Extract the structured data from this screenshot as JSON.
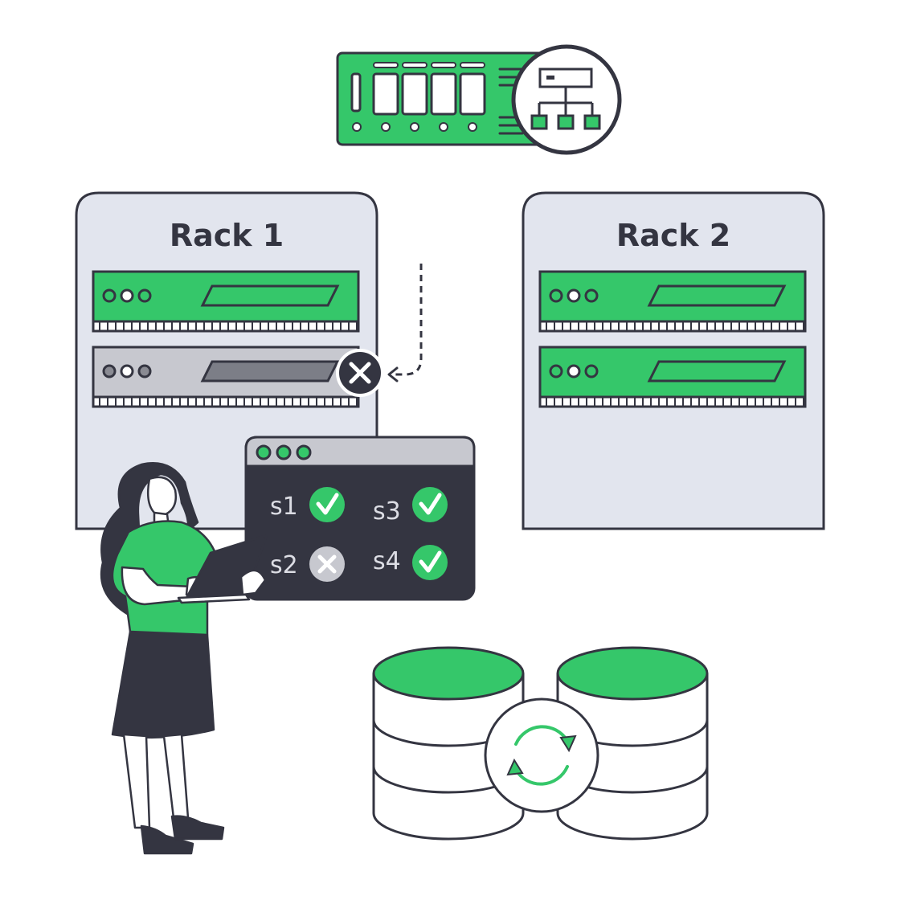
{
  "colors": {
    "green": "#35c76a",
    "dark": "#343541",
    "rack_fill": "#e2e5ee",
    "server_failed_fill": "#c7c8cf",
    "terminal_bar": "#c7c8cf",
    "white": "#ffffff"
  },
  "racks": [
    {
      "title": "Rack 1",
      "servers": [
        {
          "state": "active"
        },
        {
          "state": "failed"
        }
      ]
    },
    {
      "title": "Rack 2",
      "servers": [
        {
          "state": "active"
        },
        {
          "state": "active"
        }
      ]
    }
  ],
  "status_panel": {
    "items": [
      {
        "label": "s1",
        "status": "ok"
      },
      {
        "label": "s2",
        "status": "failed"
      },
      {
        "label": "s3",
        "status": "ok"
      },
      {
        "label": "s4",
        "status": "ok"
      }
    ]
  },
  "icons": {
    "top_device": "switch-device-icon",
    "topology": "network-topology-icon",
    "failure": "close-icon",
    "ok": "check-icon",
    "sync": "sync-icon",
    "database": "database-icon"
  }
}
